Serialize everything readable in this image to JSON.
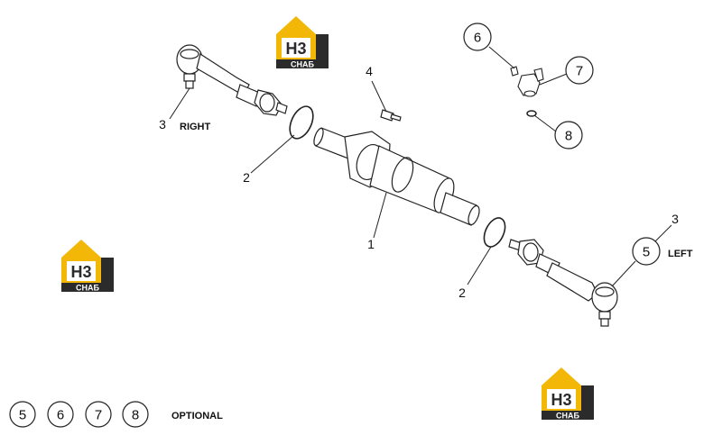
{
  "colors": {
    "logo_yellow": "#f2b707",
    "logo_dark": "#2b2b2b",
    "line": "#222222"
  },
  "logos": [
    {
      "name": "logo-top",
      "main": "H3",
      "sub": "СНАБ"
    },
    {
      "name": "logo-left",
      "main": "H3",
      "sub": "СНАБ"
    },
    {
      "name": "logo-bottom-right",
      "main": "H3",
      "sub": "СНАБ"
    }
  ],
  "callouts": {
    "p1": "1",
    "p2_left": "2",
    "p2_right": "2",
    "p3_left": "3",
    "p3_right": "3",
    "p4": "4",
    "p5": "5",
    "p6": "6",
    "p7": "7",
    "p8": "8"
  },
  "side_labels": {
    "right": "RIGHT",
    "left": "LEFT"
  },
  "legend": {
    "items": [
      "5",
      "6",
      "7",
      "8"
    ],
    "label": "OPTIONAL"
  }
}
